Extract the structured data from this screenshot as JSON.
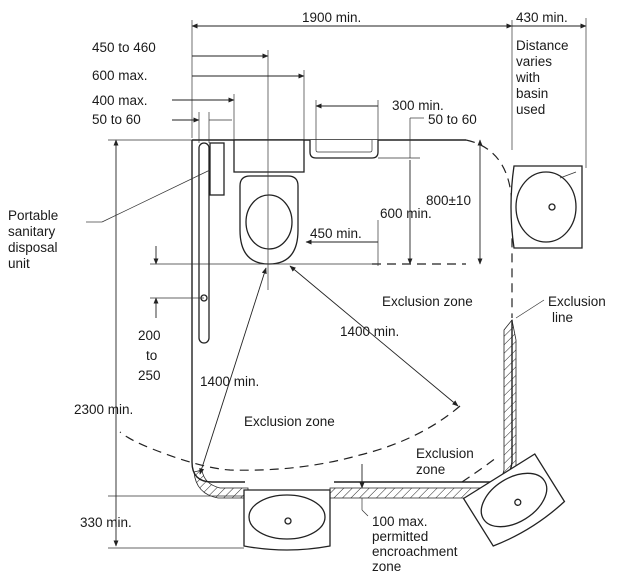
{
  "dimensions": {
    "width_total": "1900 min.",
    "basin_offset": "430 min.",
    "rail_length": "450 to 460",
    "rail_max": "600 max.",
    "grab_max": "400 max.",
    "rail_gap": "50 to 60",
    "pan_clear": "300 min.",
    "right_gap": "50 to 60",
    "rail_height": "800±10",
    "pan_depth": "600 min.",
    "pan_side": "450 min.",
    "diag_right": "1400 min.",
    "diag_left": "1400 min.",
    "depth_total": "2300 min.",
    "basin_clear": "330 min.",
    "encroach": [
      "100 max.",
      "permitted",
      "encroachment",
      "zone"
    ],
    "rail_spacing": [
      "200",
      "to",
      "250"
    ]
  },
  "labels": {
    "distance": [
      "Distance",
      "varies",
      "with",
      "basin",
      "used"
    ],
    "disposal": [
      "Portable",
      "sanitary",
      "disposal",
      "unit"
    ],
    "zone_right": "Exclusion zone",
    "zone_left": "Exclusion zone",
    "zone_corner": [
      "Exclusion",
      "zone"
    ],
    "excl_line": [
      "Exclusion",
      "line"
    ]
  }
}
